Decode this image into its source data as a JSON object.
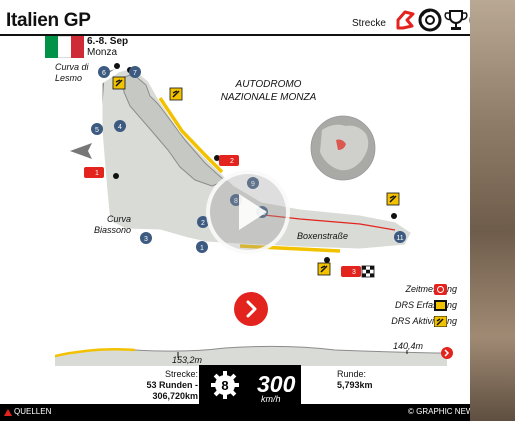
{
  "header": {
    "title": "Italien GP",
    "strecke_label": "Strecke",
    "nav_icons": [
      "track-icon",
      "tyre-icon",
      "trophy-icon",
      "laurel-icon"
    ]
  },
  "event": {
    "date": "6.-8. Sep",
    "city": "Monza",
    "flag_colors": [
      "#009246",
      "#ffffff",
      "#ce2b37"
    ]
  },
  "map": {
    "track_name": "AUTODROMO NAZIONALE MONZA",
    "labels": {
      "curva_lesmo": "Curva di Lesmo",
      "curva_biassono": "Curva Biassono",
      "boxenstrasse": "Boxenstraße"
    },
    "turns": [
      "1",
      "2",
      "3",
      "4",
      "5",
      "6",
      "7",
      "8",
      "9",
      "10",
      "11"
    ],
    "speed_traps": [
      "1",
      "2",
      "3"
    ]
  },
  "legend": {
    "zeitmessung": "Zeitmessung",
    "drs_erfassung": "DRS Erfassung",
    "drs_aktivierung": "DRS Aktivierung"
  },
  "elevation": {
    "low_label": "153,2m",
    "high_label": "140,4m"
  },
  "stats": {
    "strecke_label": "Strecke:",
    "runden": "53 Runden -",
    "distance": "306,720km",
    "gear": "8",
    "top_speed": "300",
    "speed_unit": "km/h",
    "runde_label": "Runde:",
    "lap_length": "5,793km"
  },
  "footer": {
    "sources": "QUELLEN",
    "copyright": "© GRAPHIC NEWS"
  },
  "colors": {
    "accent_red": "#e3231d",
    "drs_yellow": "#f2c200",
    "track_grey": "#d9dbd6"
  }
}
